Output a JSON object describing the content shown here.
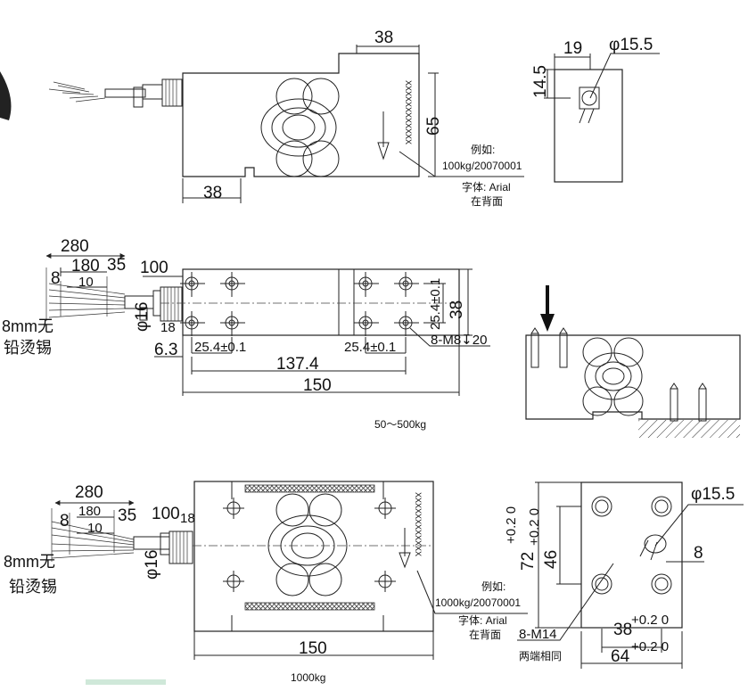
{
  "view1": {
    "dim_top": "38",
    "dim_height": "65",
    "dim_bottom": "38",
    "note_example": "例如:",
    "note_value": "100kg/20070001",
    "note_font": "字体: Arial",
    "note_back": "在背面"
  },
  "view2": {
    "dim_w": "19",
    "dim_h": "14.5",
    "dim_phi": "φ15.5"
  },
  "view3": {
    "cable_280": "280",
    "cable_8": "8",
    "cable_180": "180",
    "cable_35": "35",
    "cable_10": "10",
    "gland_100": "100",
    "phi16": "φ16",
    "dim_18": "18",
    "dim_6_3": "6.3",
    "pitch_left": "25.4±0.1",
    "pitch_right": "25.4±0.1",
    "pitch_vert": "25.4±0.1",
    "height_38": "38",
    "len_137": "137.4",
    "len_150": "150",
    "thread": "8-M8↧20",
    "cable_note1": "8mm无",
    "cable_note2": "铅烫锡",
    "capacity": "50～500kg"
  },
  "view5": {
    "cable_280": "280",
    "cable_8": "8",
    "cable_180": "180",
    "cable_35": "35",
    "cable_10": "10",
    "gland_100": "100",
    "dim_18": "18",
    "phi16": "φ16",
    "len_150": "150",
    "cable_note1": "8mm无",
    "cable_note2": "铅烫锡",
    "note_example": "例如:",
    "note_value": "1000kg/20070001",
    "note_font": "字体: Arial",
    "note_back": "在背面",
    "capacity": "1000kg"
  },
  "view6": {
    "dim_72": "72",
    "dim_46": "46",
    "tol": "+0.2 0",
    "phi": "φ15.5",
    "dim_8": "8",
    "dim_38": "38",
    "dim_64": "64",
    "thread": "8-M14",
    "both_ends": "两端相同"
  }
}
